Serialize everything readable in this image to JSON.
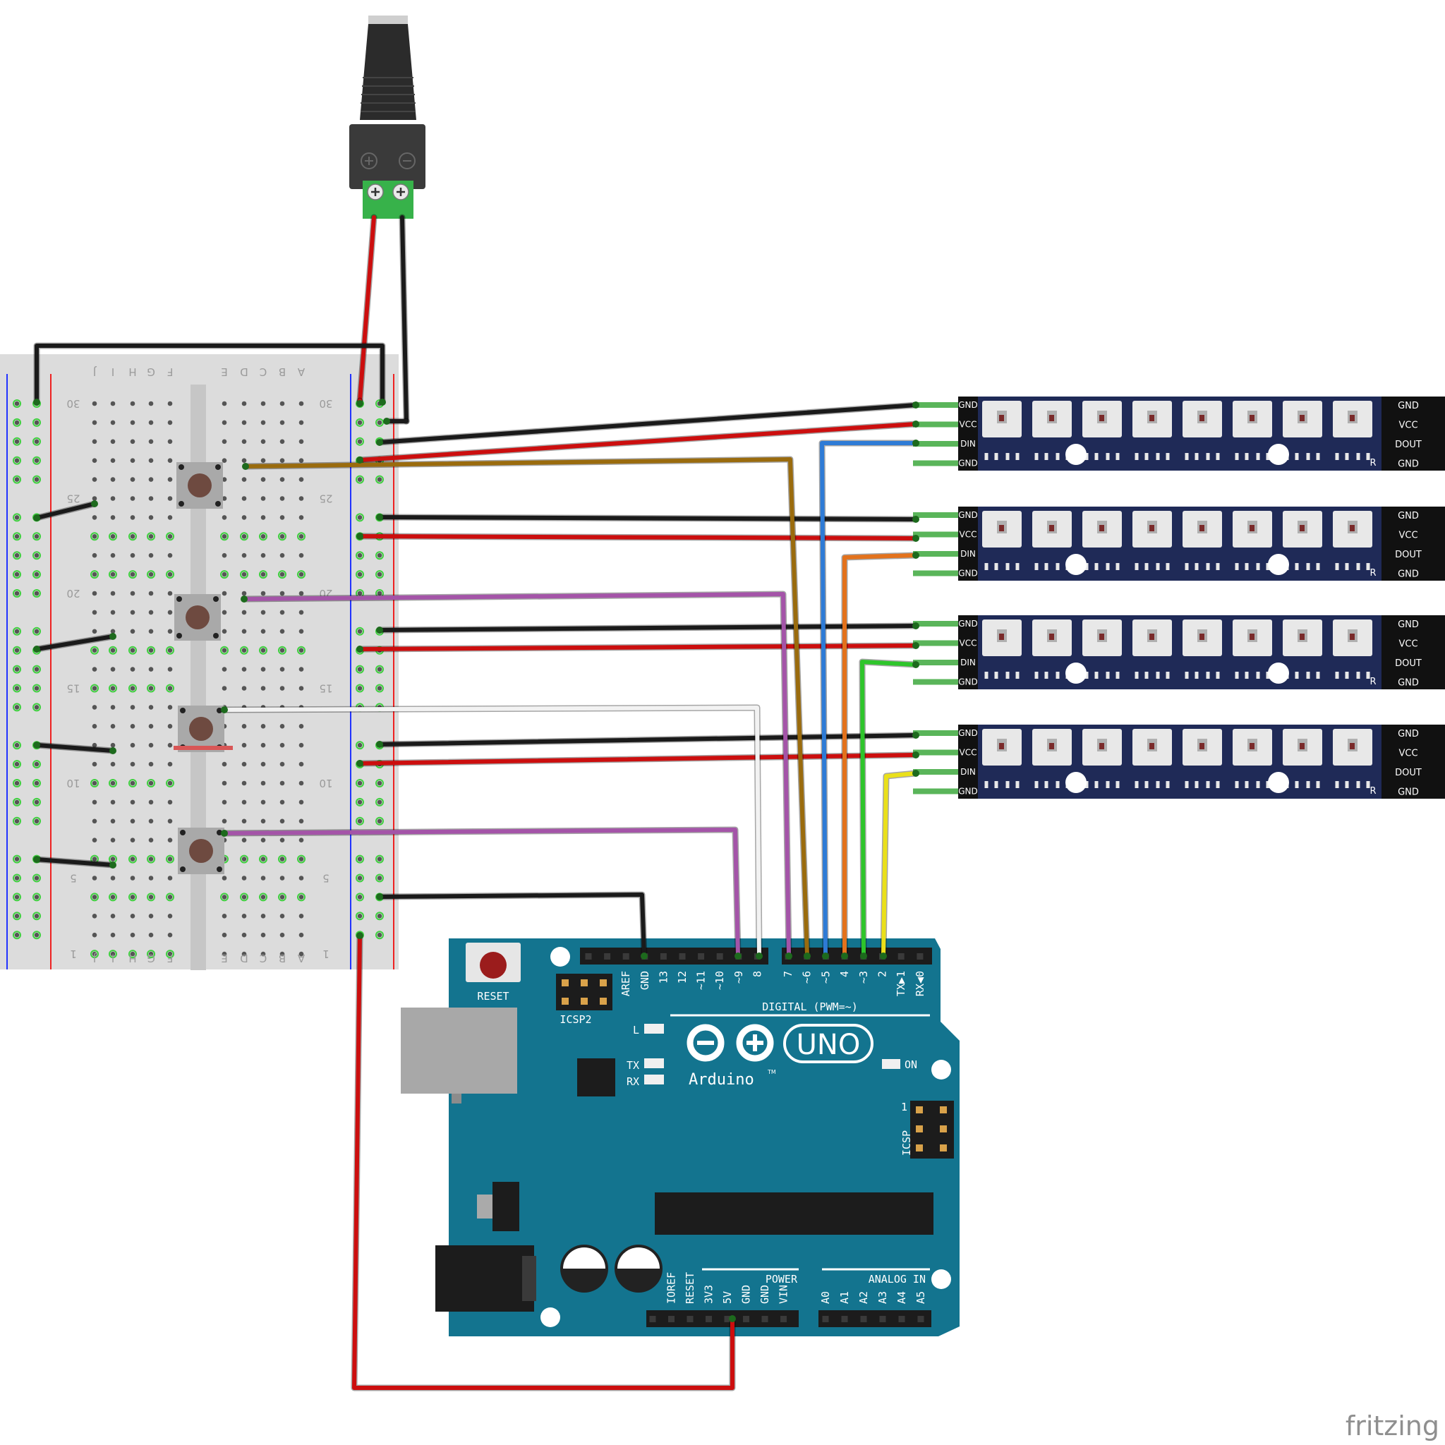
{
  "breadboard": {
    "column_letters": [
      "A",
      "B",
      "C",
      "D",
      "E",
      "F",
      "G",
      "H",
      "I",
      "J"
    ],
    "row_numbers": [
      "30",
      "25",
      "20",
      "15",
      "10",
      "5",
      "1"
    ]
  },
  "led_strip": {
    "left_pins": [
      "GND",
      "VCC",
      "DIN",
      "GND"
    ],
    "right_pins": [
      "GND",
      "VCC",
      "DOUT",
      "GND"
    ],
    "mark": "R"
  },
  "arduino": {
    "reset_label": "RESET",
    "icsp2_label": "ICSP2",
    "icsp_label": "ICSP",
    "icsp_pin1": "1",
    "digital_pins": [
      "AREF",
      "GND",
      "13",
      "12",
      "~11",
      "~10",
      "~9",
      "8",
      "7",
      "~6",
      "~5",
      "4",
      "~3",
      "2",
      "TX▶1",
      "RX◀0"
    ],
    "digital_label": "DIGITAL (PWM=~)",
    "led_l": "L",
    "led_tx": "TX",
    "led_rx": "RX",
    "led_on": "ON",
    "logo_word": "Arduino",
    "tm": "TM",
    "model": "UNO",
    "power_label": "POWER",
    "analog_label": "ANALOG IN",
    "power_pins": [
      "IOREF",
      "RESET",
      "3V3",
      "5V",
      "GND",
      "GND",
      "VIN"
    ],
    "analog_pins": [
      "A0",
      "A1",
      "A2",
      "A3",
      "A4",
      "A5"
    ]
  },
  "brand": "fritzing",
  "colors": {
    "wire_red": "#cc0e0e",
    "wire_black": "#1a1a1a",
    "wire_brown": "#9a6b0d",
    "wire_blue": "#2e7bd6",
    "wire_orange": "#e3721c",
    "wire_green": "#2ec52b",
    "wire_yellow": "#eae01a",
    "wire_purple": "#a454a8",
    "wire_white": "#f2f2f2",
    "arduino_board": "#13748f",
    "strip_board": "#1f2a57"
  }
}
